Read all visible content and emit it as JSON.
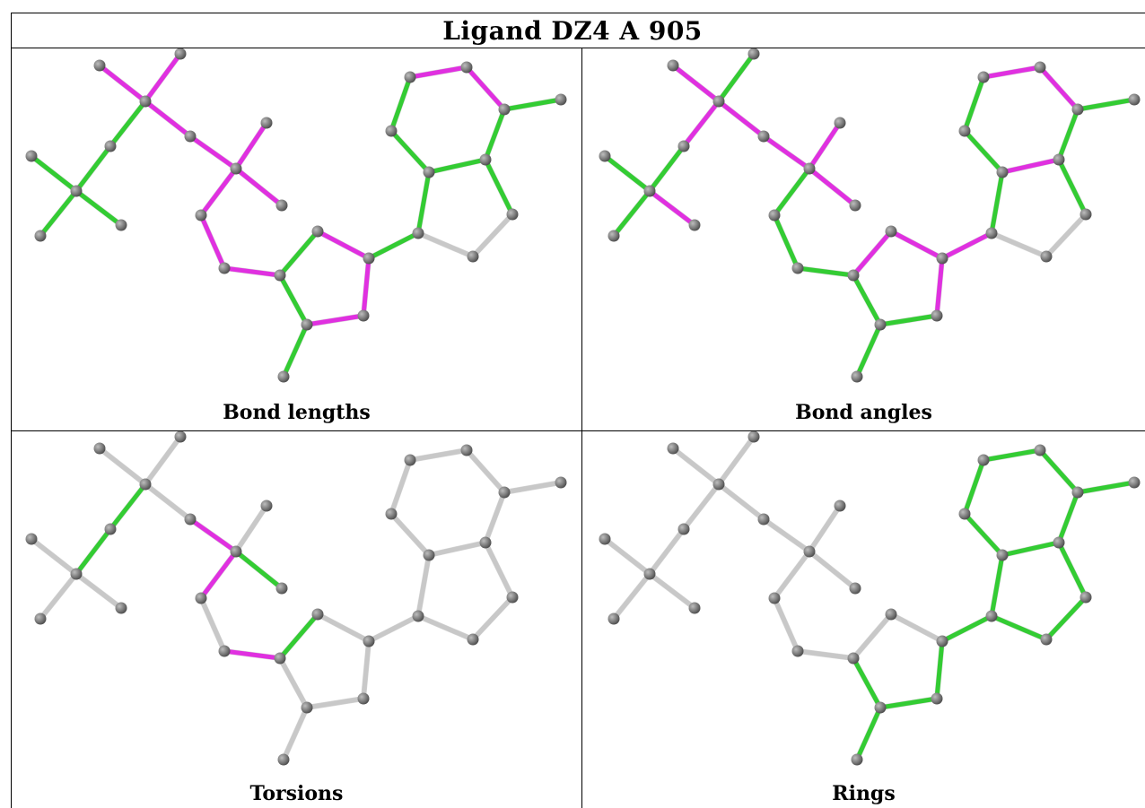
{
  "title": "Ligand DZ4 A 905",
  "colors": {
    "outlier": "#e030e0",
    "ok": "#33cc33",
    "unassessed": "#c8c8c8",
    "atom": "#7a7a7a",
    "border": "#000000"
  },
  "panels": [
    {
      "caption": "Bond lengths",
      "bonds": [
        "m",
        "m",
        "m",
        "g",
        "m",
        "m",
        "m",
        "m",
        "g",
        "g",
        "g",
        "g",
        "m",
        "m",
        "g",
        "m",
        "m",
        "m",
        "g",
        "g",
        "g",
        "g",
        "g",
        "g",
        "g",
        "m",
        "m",
        "g",
        "g",
        "g",
        "c",
        "c",
        "g",
        "c",
        "g",
        "c",
        "c"
      ]
    },
    {
      "caption": "Bond angles",
      "bonds": [
        "m",
        "g",
        "m",
        "m",
        "m",
        "m",
        "m",
        "g",
        "g",
        "g",
        "g",
        "m",
        "g",
        "g",
        "m",
        "m",
        "m",
        "g",
        "g",
        "g",
        "m",
        "g",
        "m",
        "g",
        "g",
        "m",
        "m",
        "g",
        "g",
        "g",
        "c",
        "c",
        "g",
        "c",
        "g",
        "c",
        "c"
      ]
    },
    {
      "caption": "Torsions",
      "bonds": [
        "c",
        "c",
        "c",
        "g",
        "m",
        "c",
        "g",
        "m",
        "g",
        "c",
        "c",
        "c",
        "c",
        "m",
        "g",
        "c",
        "c",
        "c",
        "c",
        "c",
        "c",
        "c",
        "c",
        "c",
        "c",
        "c",
        "c",
        "c",
        "c",
        "c",
        "c",
        "c",
        "c",
        "c",
        "c",
        "c",
        "c"
      ]
    },
    {
      "caption": "Rings",
      "bonds": [
        "c",
        "c",
        "c",
        "c",
        "c",
        "c",
        "c",
        "c",
        "c",
        "c",
        "c",
        "c",
        "c",
        "c",
        "c",
        "c",
        "g",
        "g",
        "g",
        "g",
        "g",
        "g",
        "g",
        "g",
        "g",
        "g",
        "g",
        "g",
        "g",
        "g",
        "g",
        "g",
        "c",
        "g",
        "c",
        "g",
        "g"
      ]
    }
  ]
}
